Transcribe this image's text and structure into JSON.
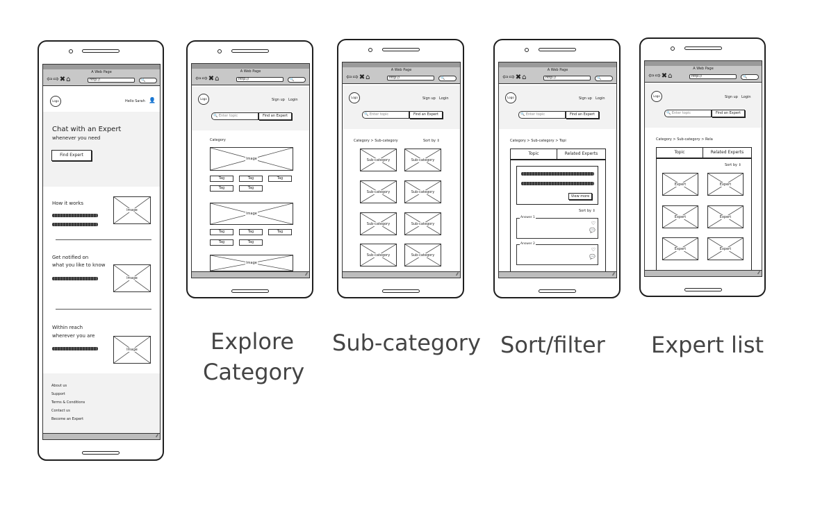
{
  "shared": {
    "page_title": "A Web Page",
    "url": "http://",
    "logo": "Logo",
    "sign_up": "Sign up",
    "login": "Login",
    "search_placeholder": "Enter topic",
    "find_expert_btn": "Find an Expert",
    "nav_icons": "⇦⇨✖⌂",
    "search_icon": "🔍"
  },
  "home": {
    "greeting": "Hello Sarah",
    "hero_title": "Chat with an Expert",
    "hero_subtitle": "whenever you need",
    "hero_button": "Find Expert",
    "image_label": "Image",
    "sections": [
      {
        "line1": "How it works",
        "line2": ""
      },
      {
        "line1": "Get notified on",
        "line2": "what you like to know"
      },
      {
        "line1": "Within reach",
        "line2": "wherever you are"
      }
    ],
    "footer_links": [
      "About us",
      "Support",
      "Terms & Conditions",
      "Contact us",
      "Become an Expert"
    ]
  },
  "explore": {
    "caption_line1": "Explore",
    "caption_line2": "Category",
    "section_label": "Category",
    "image_label": "Image",
    "tag_label": "Tag"
  },
  "subcategory": {
    "caption": "Sub-category",
    "breadcrumb": "Category > Sub-category",
    "sort_label": "Sort by",
    "tile_label": "Sub-category"
  },
  "sortfilter": {
    "caption": "Sort/filter",
    "breadcrumb": "Category > Sub-category > Topi",
    "tabs": [
      "Topic",
      "Related Experts"
    ],
    "view_more": "View more",
    "sort_label": "Sort by",
    "answers": [
      "Answer 1",
      "Answer 2"
    ]
  },
  "expertlist": {
    "caption": "Expert list",
    "breadcrumb": "Category > Sub-category > Rela",
    "tabs": [
      "Topic",
      "Related Experts"
    ],
    "sort_label": "Sort by",
    "tile_label": "Expert"
  }
}
